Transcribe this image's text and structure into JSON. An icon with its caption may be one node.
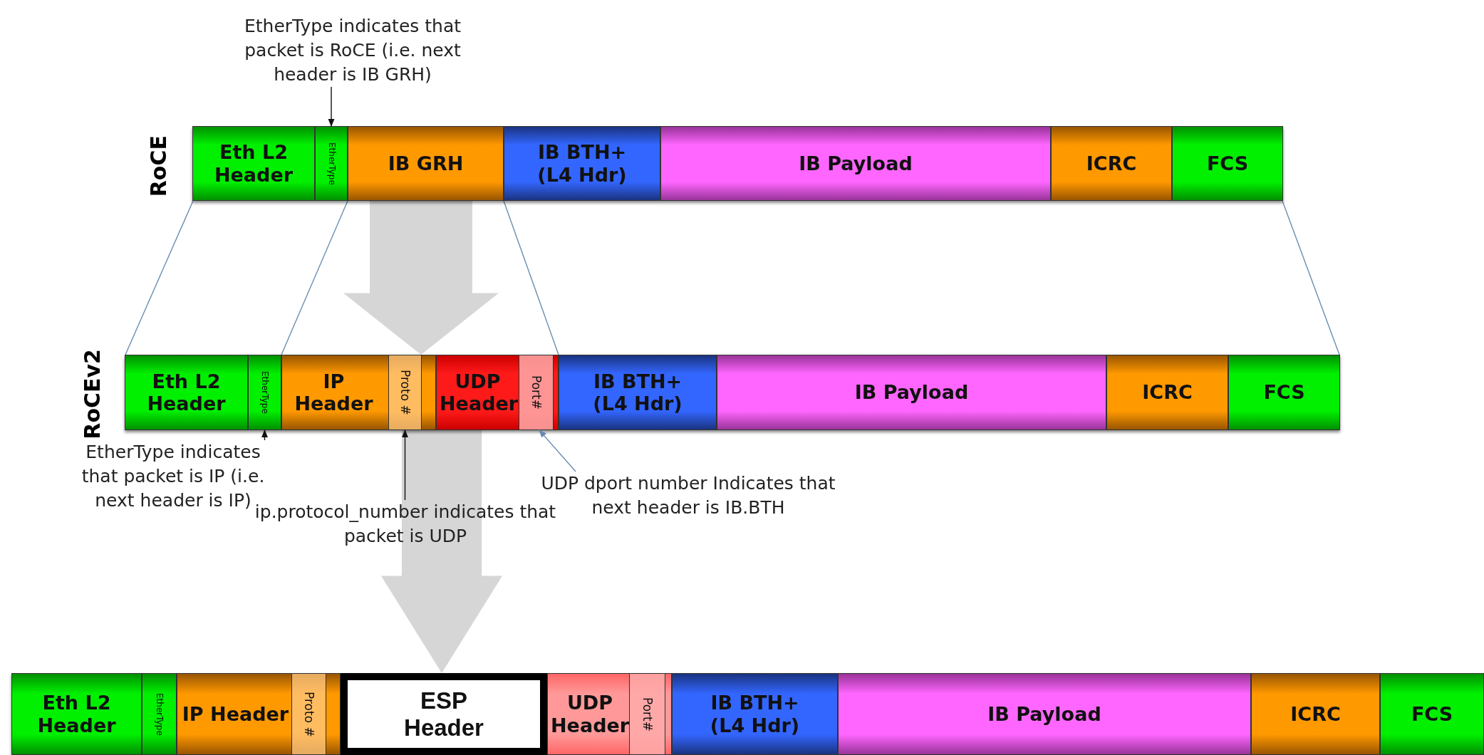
{
  "diagram": {
    "nodes": [
      {
        "text": [],
        "shape": "bar"
      },
      {
        "text": [
          "Eth L2 Header"
        ],
        "in": 0
      },
      {
        "text": [
          "EtherType"
        ],
        "in": 0
      },
      {
        "text": [
          "IB GRH"
        ],
        "in": 0
      },
      {
        "text": [
          "IB BTH+ (L4 Hdr)"
        ],
        "in": 0
      },
      {
        "text": [
          "IB Payload"
        ],
        "in": 0
      },
      {
        "text": [
          "ICRC"
        ],
        "in": 0
      },
      {
        "text": [
          "FCS"
        ],
        "in": 0
      },
      {
        "text": [],
        "shape": "bar"
      },
      {
        "text": [
          "Eth L2 Header"
        ],
        "in": 8
      },
      {
        "text": [
          "EtherType"
        ],
        "in": 8
      },
      {
        "text": [
          "IP Header"
        ],
        "in": 8
      },
      {
        "text": [
          "Proto #"
        ],
        "in": 11
      },
      {
        "text": [
          "UDP Header"
        ],
        "in": 8
      },
      {
        "text": [
          "Port#"
        ],
        "in": 13
      },
      {
        "text": [
          "IB BTH+ (L4 Hdr)"
        ],
        "in": 8
      },
      {
        "text": [
          "IB Payload"
        ],
        "in": 8
      },
      {
        "text": [
          "ICRC"
        ],
        "in": 8
      },
      {
        "text": [
          "FCS"
        ],
        "in": 8
      },
      {
        "text": [],
        "shape": "bar"
      },
      {
        "text": [
          "Eth L2 Header"
        ],
        "in": 19
      },
      {
        "text": [
          "EtherType"
        ],
        "in": 19
      },
      {
        "text": [
          "IP Header"
        ],
        "in": 19
      },
      {
        "text": [
          "Proto #"
        ],
        "in": 22
      },
      {
        "text": [
          "ESP Header"
        ],
        "in": 19
      },
      {
        "text": [
          "UDP Header"
        ],
        "in": 19
      },
      {
        "text": [
          "Port#"
        ],
        "in": 25
      },
      {
        "text": [
          "IB BTH+ (L4 Hdr)"
        ],
        "in": 19
      },
      {
        "text": [
          "IB Payload"
        ],
        "in": 19
      },
      {
        "text": [
          "ICRC"
        ],
        "in": 19
      },
      {
        "text": [
          "FCS"
        ],
        "in": 19
      },
      {
        "text": [
          "EtherType indicates that packet is RoCE (i.e. next header is IB GRH)"
        ]
      },
      {
        "text": [
          "EtherType indicates that packet is IP (i.e. next header is IP)"
        ]
      },
      {
        "text": [
          "ip.protocol_number indicates that packet is UDP"
        ]
      },
      {
        "text": [
          "UDP dport number Indicates that next header is IB.BTH"
        ]
      }
    ],
    "edges": [
      {
        "from": 31,
        "to": 2,
        "arrow": "to",
        "color": "#111111"
      },
      {
        "from": 32,
        "to": 10,
        "arrow": "to",
        "color": "#111111"
      },
      {
        "from": 33,
        "to": 12,
        "arrow": "to",
        "color": "#111111"
      },
      {
        "from": 34,
        "to": 14,
        "arrow": "to",
        "color": "#6a88b0"
      },
      {
        "from": 0,
        "to": 8,
        "arrow": "to",
        "style": "thick",
        "color": "#d6d6d6"
      },
      {
        "from": 8,
        "to": 19,
        "arrow": "to",
        "style": "thick",
        "color": "#d6d6d6"
      },
      {
        "from": 0,
        "to": 8,
        "arrow": "none",
        "color": "#6a8fb0"
      },
      {
        "from": 0,
        "to": 8,
        "arrow": "none",
        "color": "#6a8fb0"
      },
      {
        "from": 0,
        "to": 8,
        "arrow": "none",
        "color": "#6a8fb0"
      },
      {
        "from": 0,
        "to": 8,
        "arrow": "none",
        "color": "#6a8fb0"
      }
    ],
    "labels": [
      "RoCE",
      "RoCEv2"
    ]
  }
}
